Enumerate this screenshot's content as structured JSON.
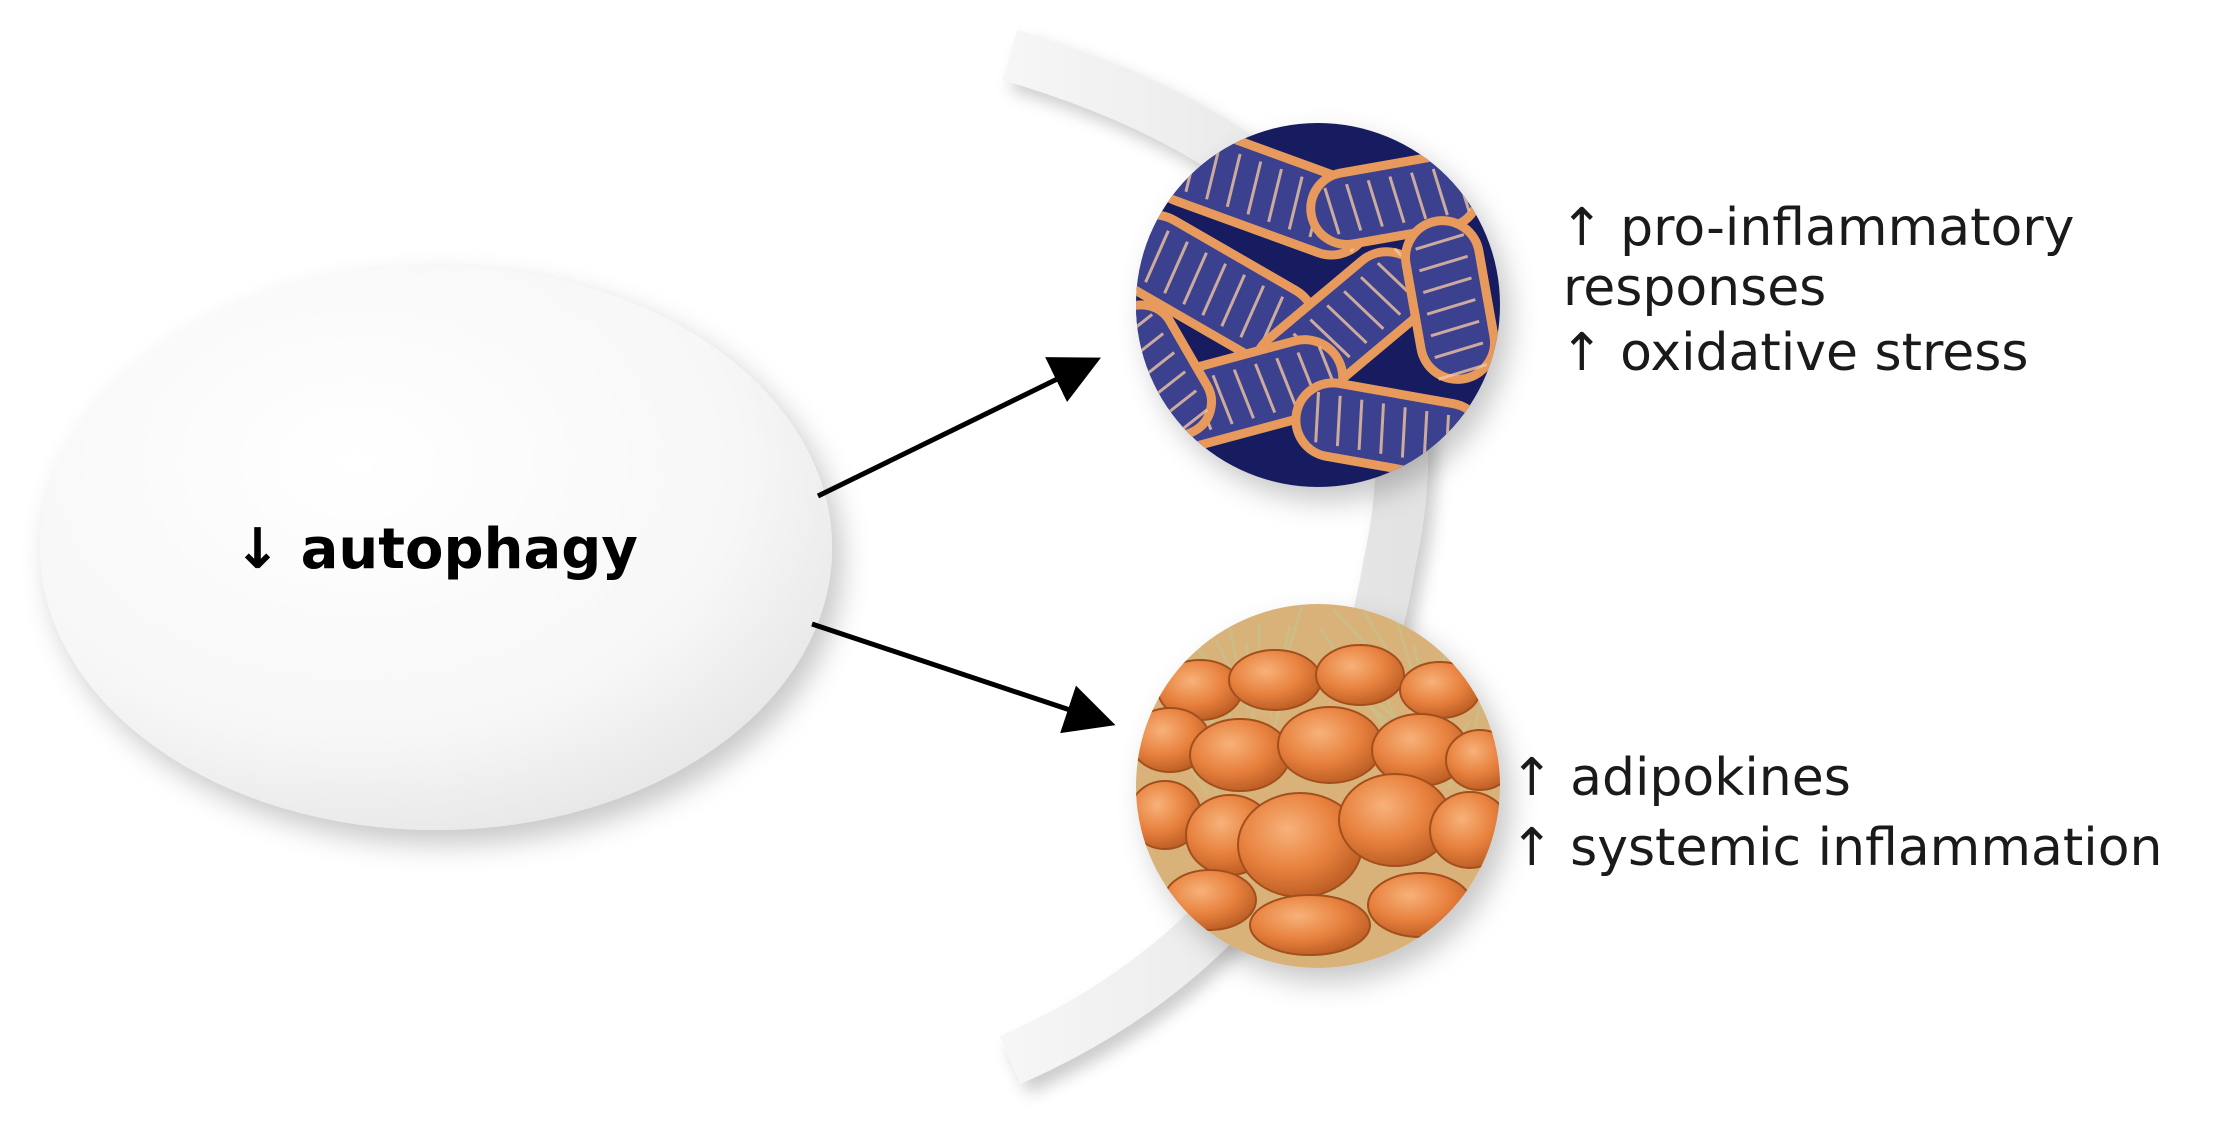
{
  "source": {
    "label": "↓ autophagy"
  },
  "targets": [
    {
      "image": "mitochondria-image",
      "effects": [
        "↑ pro-inflammatory",
        "responses",
        "↑ oxidative stress"
      ]
    },
    {
      "image": "adipose-tissue-image",
      "effects": [
        "↑ adipokines",
        "↑ systemic inflammation"
      ]
    }
  ],
  "colors": {
    "arrow": "#000000",
    "arc": "#ececec",
    "mitochondria_bg": "#141a5e",
    "mitochondria_membrane": "#e89a5c",
    "adipocyte": "#e8813e",
    "fiber": "#c9c08a"
  }
}
